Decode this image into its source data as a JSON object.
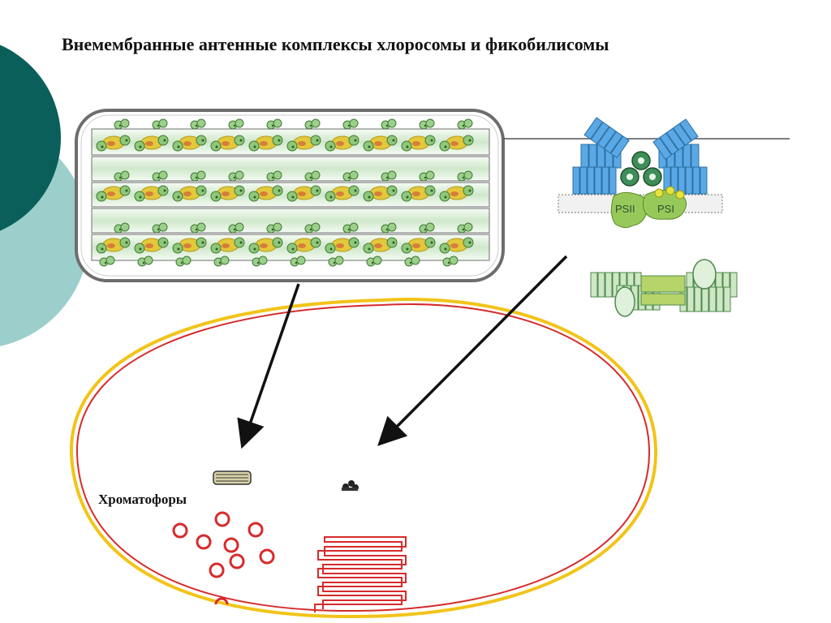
{
  "slide": {
    "title": "Внемембранные антенные комплексы хлоросомы и фикобилисомы",
    "chromatophores_label": "Хроматофоры"
  },
  "phycobilisome": {
    "psii_label": "PSII",
    "psi_label": "PSI"
  },
  "colors": {
    "decor_dark_teal": "#0b5f5a",
    "decor_light_teal": "#9ccfcb",
    "cell_outer_yellow": "#f2c419",
    "cell_inner_red": "#d62b2b",
    "phycobilisome_blue": "#5aa9e6",
    "chlorosome_green": "#9bcf8b",
    "chlorosome_yellow": "#e3c83b",
    "arrow": "#111111"
  }
}
